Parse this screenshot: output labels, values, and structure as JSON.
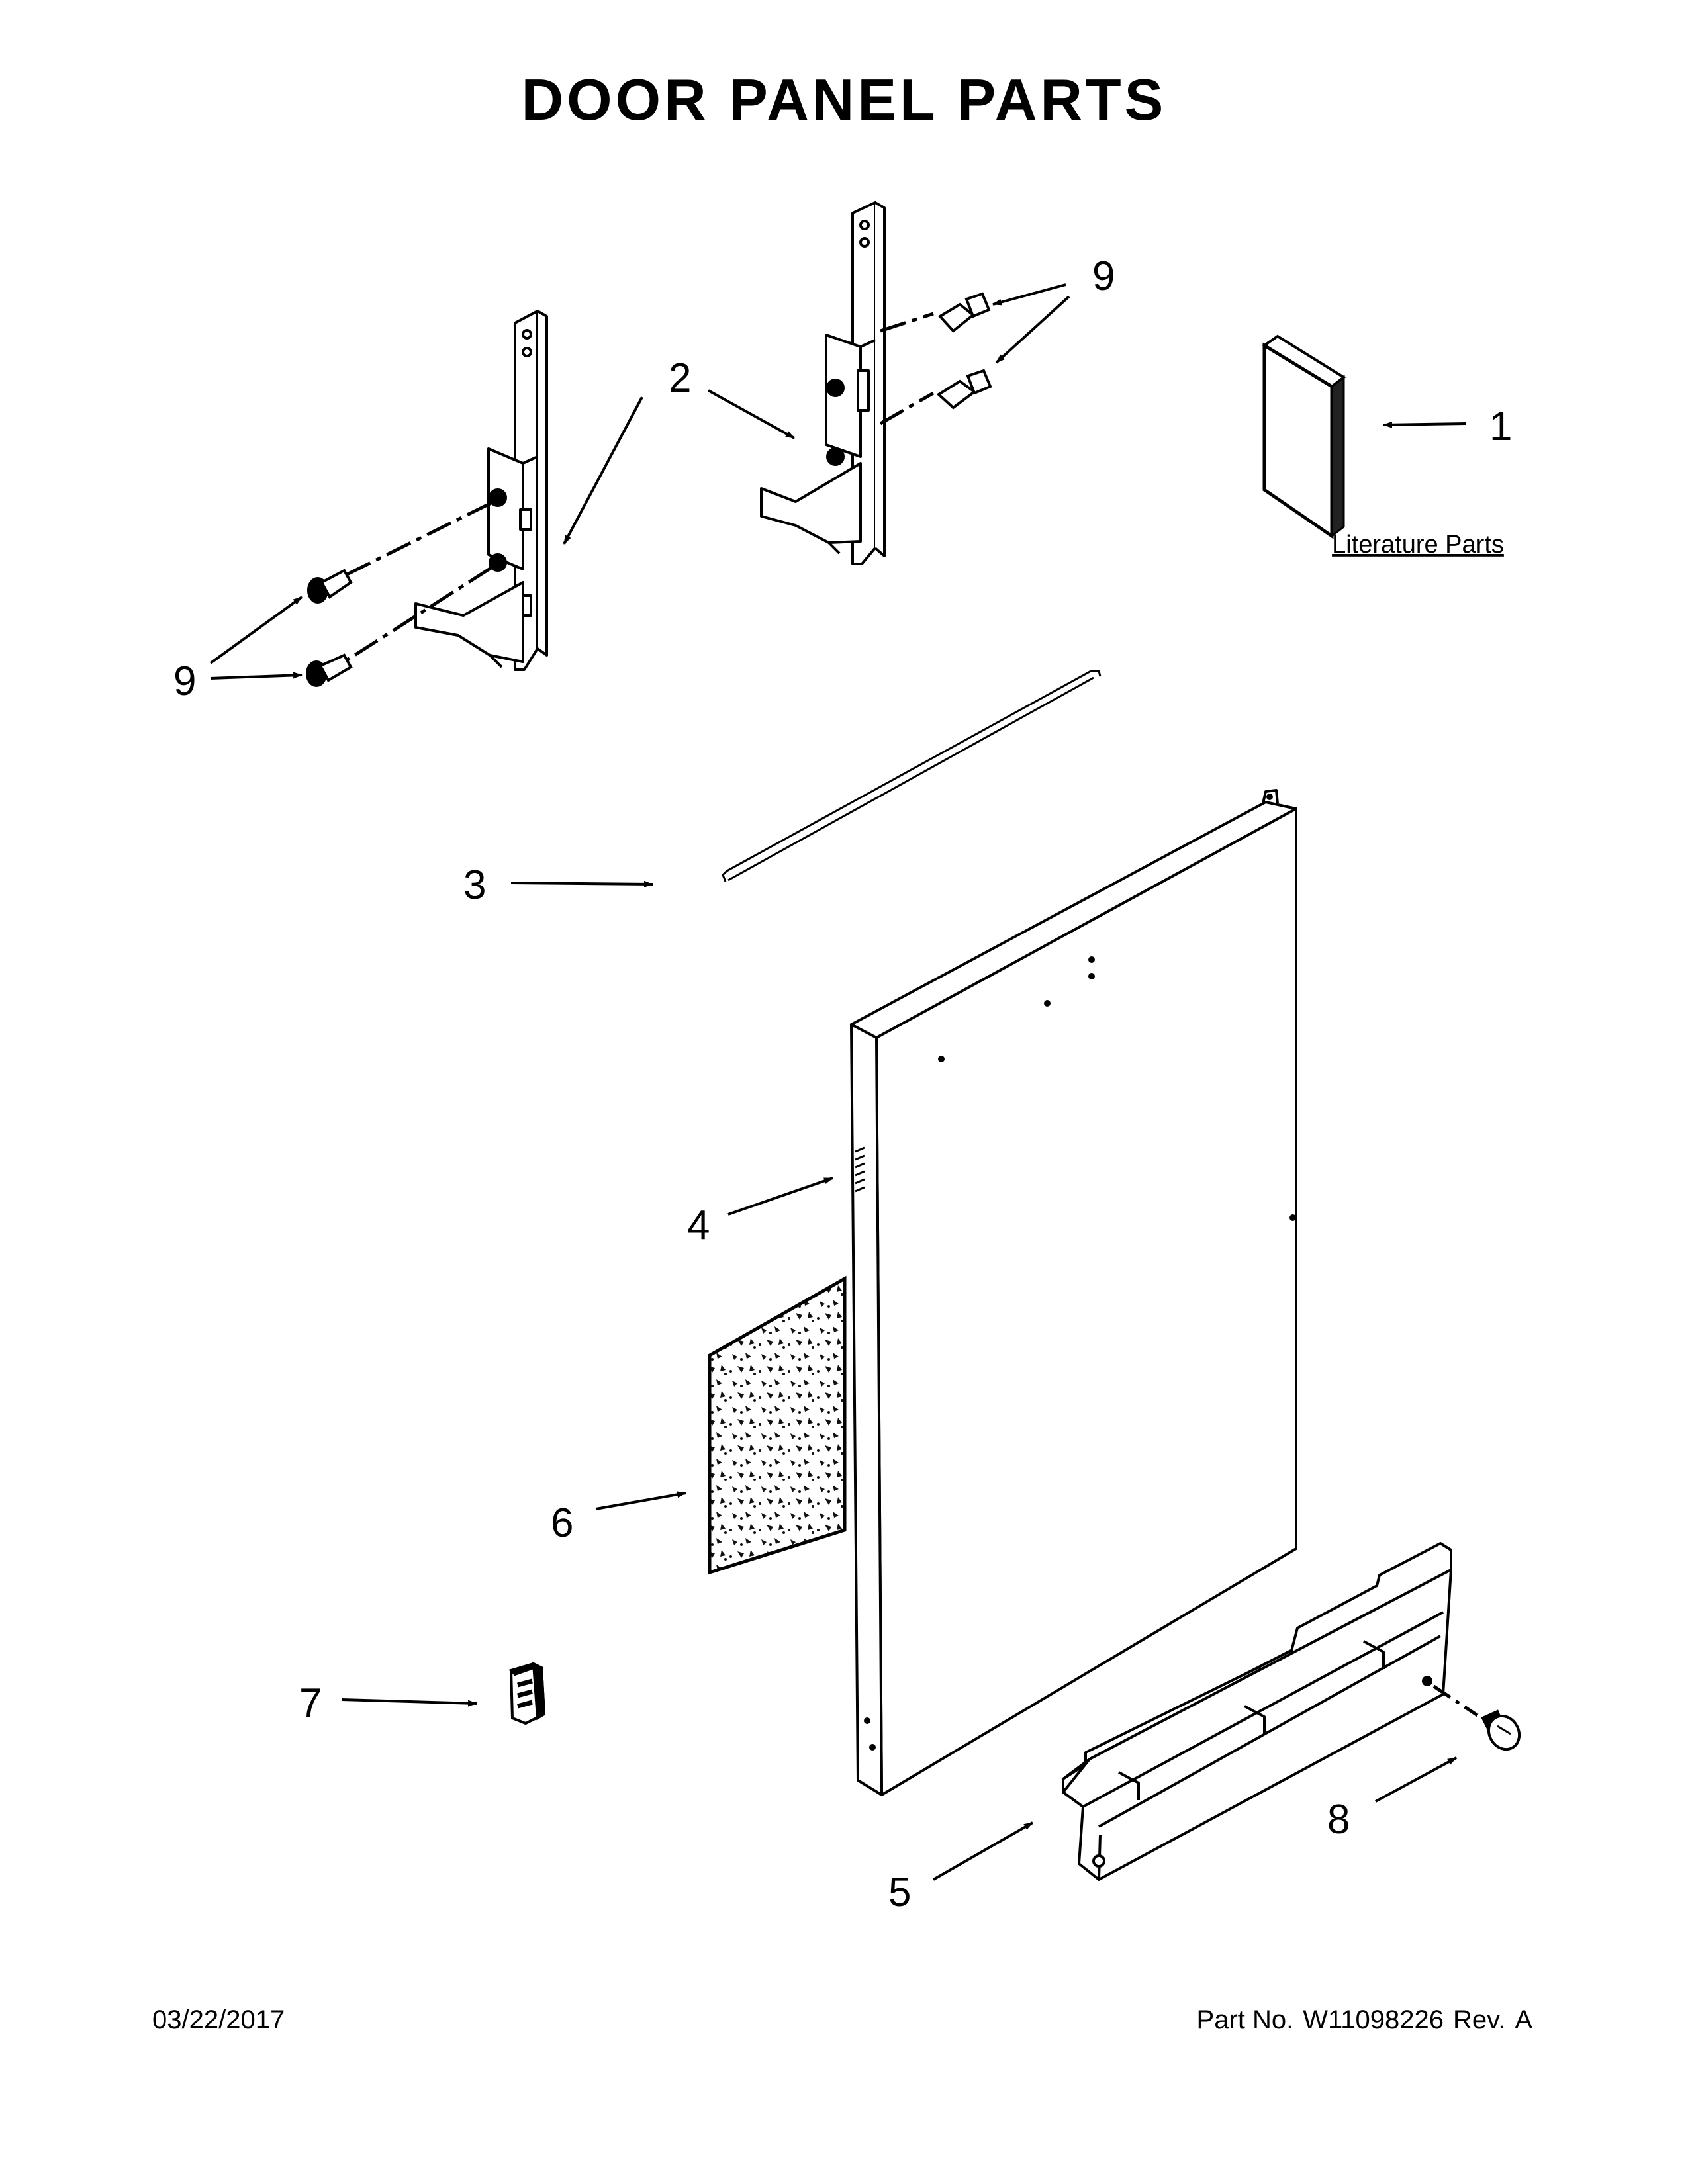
{
  "title": "DOOR PANEL PARTS",
  "literature_label": "Literature Parts",
  "callouts": {
    "c1": "1",
    "c2": "2",
    "c3": "3",
    "c4": "4",
    "c5": "5",
    "c6": "6",
    "c7": "7",
    "c8": "8",
    "c9_left": "9",
    "c9_right": "9"
  },
  "footer": {
    "date": "03/22/2017",
    "part_no_label": "Part No.",
    "part_no": "W11098226",
    "rev_label": "Rev.",
    "rev": "A"
  }
}
